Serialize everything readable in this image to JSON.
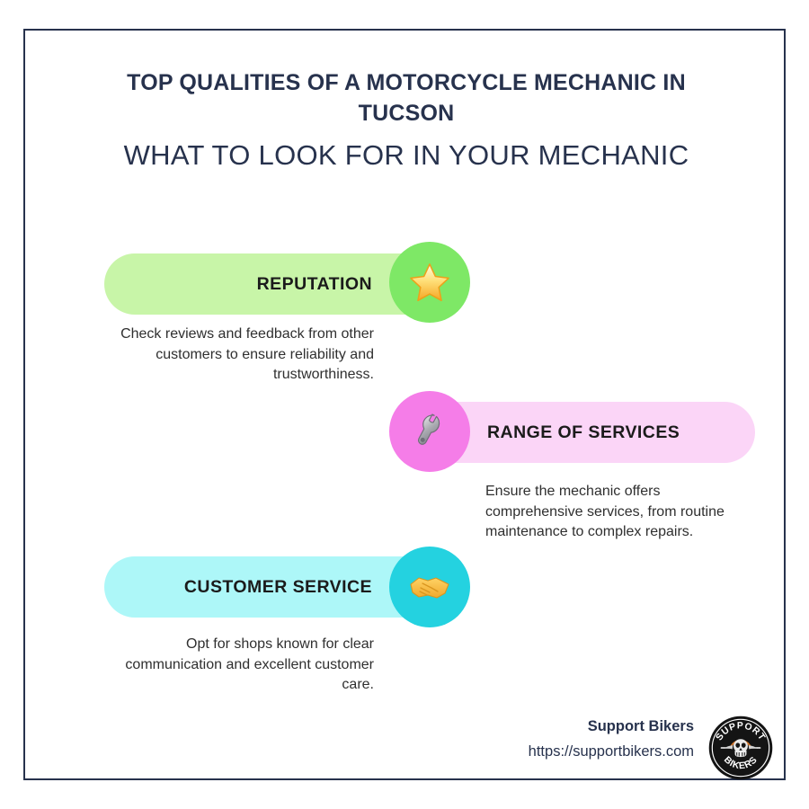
{
  "frame": {
    "border_color": "#27324d",
    "background": "#ffffff"
  },
  "heading": {
    "title": "TOP QUALITIES OF A MOTORCYCLE MECHANIC IN TUCSON",
    "subtitle": "WHAT TO LOOK FOR IN YOUR MECHANIC",
    "color": "#27324d"
  },
  "items": [
    {
      "label": "REPUTATION",
      "description": "Check reviews and feedback from other customers to ensure reliability and trustworthiness.",
      "icon": "star-icon",
      "icon_glyph": "⭐",
      "pill_color": "#c8f5a8",
      "badge_color": "#7ee866",
      "side": "left"
    },
    {
      "label": "RANGE OF SERVICES",
      "description": "Ensure the mechanic offers comprehensive services, from routine maintenance to complex repairs.",
      "icon": "wrench-icon",
      "icon_glyph": "🔧",
      "pill_color": "#fbd5f7",
      "badge_color": "#f57de8",
      "side": "right"
    },
    {
      "label": "CUSTOMER SERVICE",
      "description": "Opt for shops known for clear communication and excellent customer care.",
      "icon": "handshake-icon",
      "icon_glyph": "🤝",
      "pill_color": "#adf7f8",
      "badge_color": "#24d2e0",
      "side": "left"
    }
  ],
  "footer": {
    "brand_name": "Support Bikers",
    "brand_url": "https://supportbikers.com",
    "logo": {
      "name": "support-bikers-logo",
      "top_text": "SUPPORT",
      "bottom_text": "BIKERS",
      "background": "#141414",
      "ring_color": "#ffffff",
      "accent_color": "#d4762a"
    }
  }
}
